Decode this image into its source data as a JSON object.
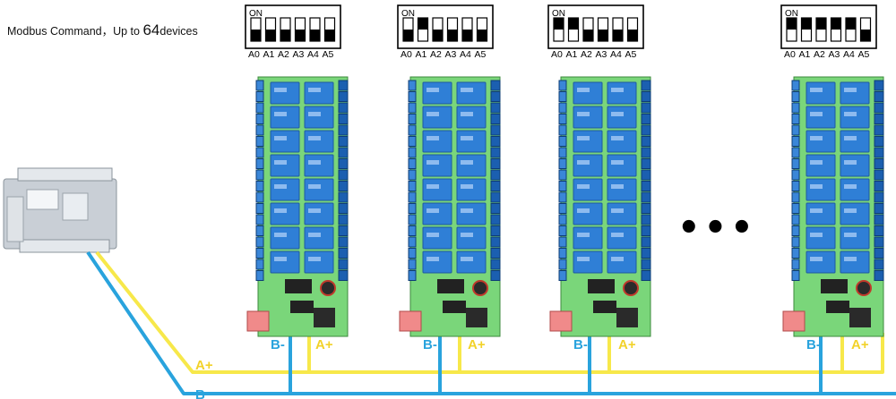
{
  "header": {
    "text_before": "Modbus Command，Up to ",
    "text_number": "64",
    "text_after": "devices"
  },
  "dip_switch": {
    "on_label": "ON",
    "address_labels": [
      "A0",
      "A1",
      "A2",
      "A3",
      "A4",
      "A5"
    ]
  },
  "devices": [
    {
      "switch_states": [
        "off",
        "off",
        "off",
        "off",
        "off",
        "off"
      ]
    },
    {
      "switch_states": [
        "off",
        "on",
        "off",
        "off",
        "off",
        "off"
      ]
    },
    {
      "switch_states": [
        "on",
        "on",
        "off",
        "off",
        "off",
        "off"
      ]
    },
    {
      "switch_states": [
        "on",
        "on",
        "on",
        "on",
        "on",
        "off"
      ]
    }
  ],
  "ellipsis": "•••",
  "bus": {
    "a_plus_label": "A+",
    "b_minus_label": "B-",
    "a_wire_color": "#f7e84a",
    "b_wire_color": "#29a3dd"
  },
  "relay_board": {
    "pcb_color": "#7ad67a",
    "relay_color": "#2f7fd6",
    "terminal_color": "#1b5fb0",
    "dip_color": "#f08a8a"
  }
}
